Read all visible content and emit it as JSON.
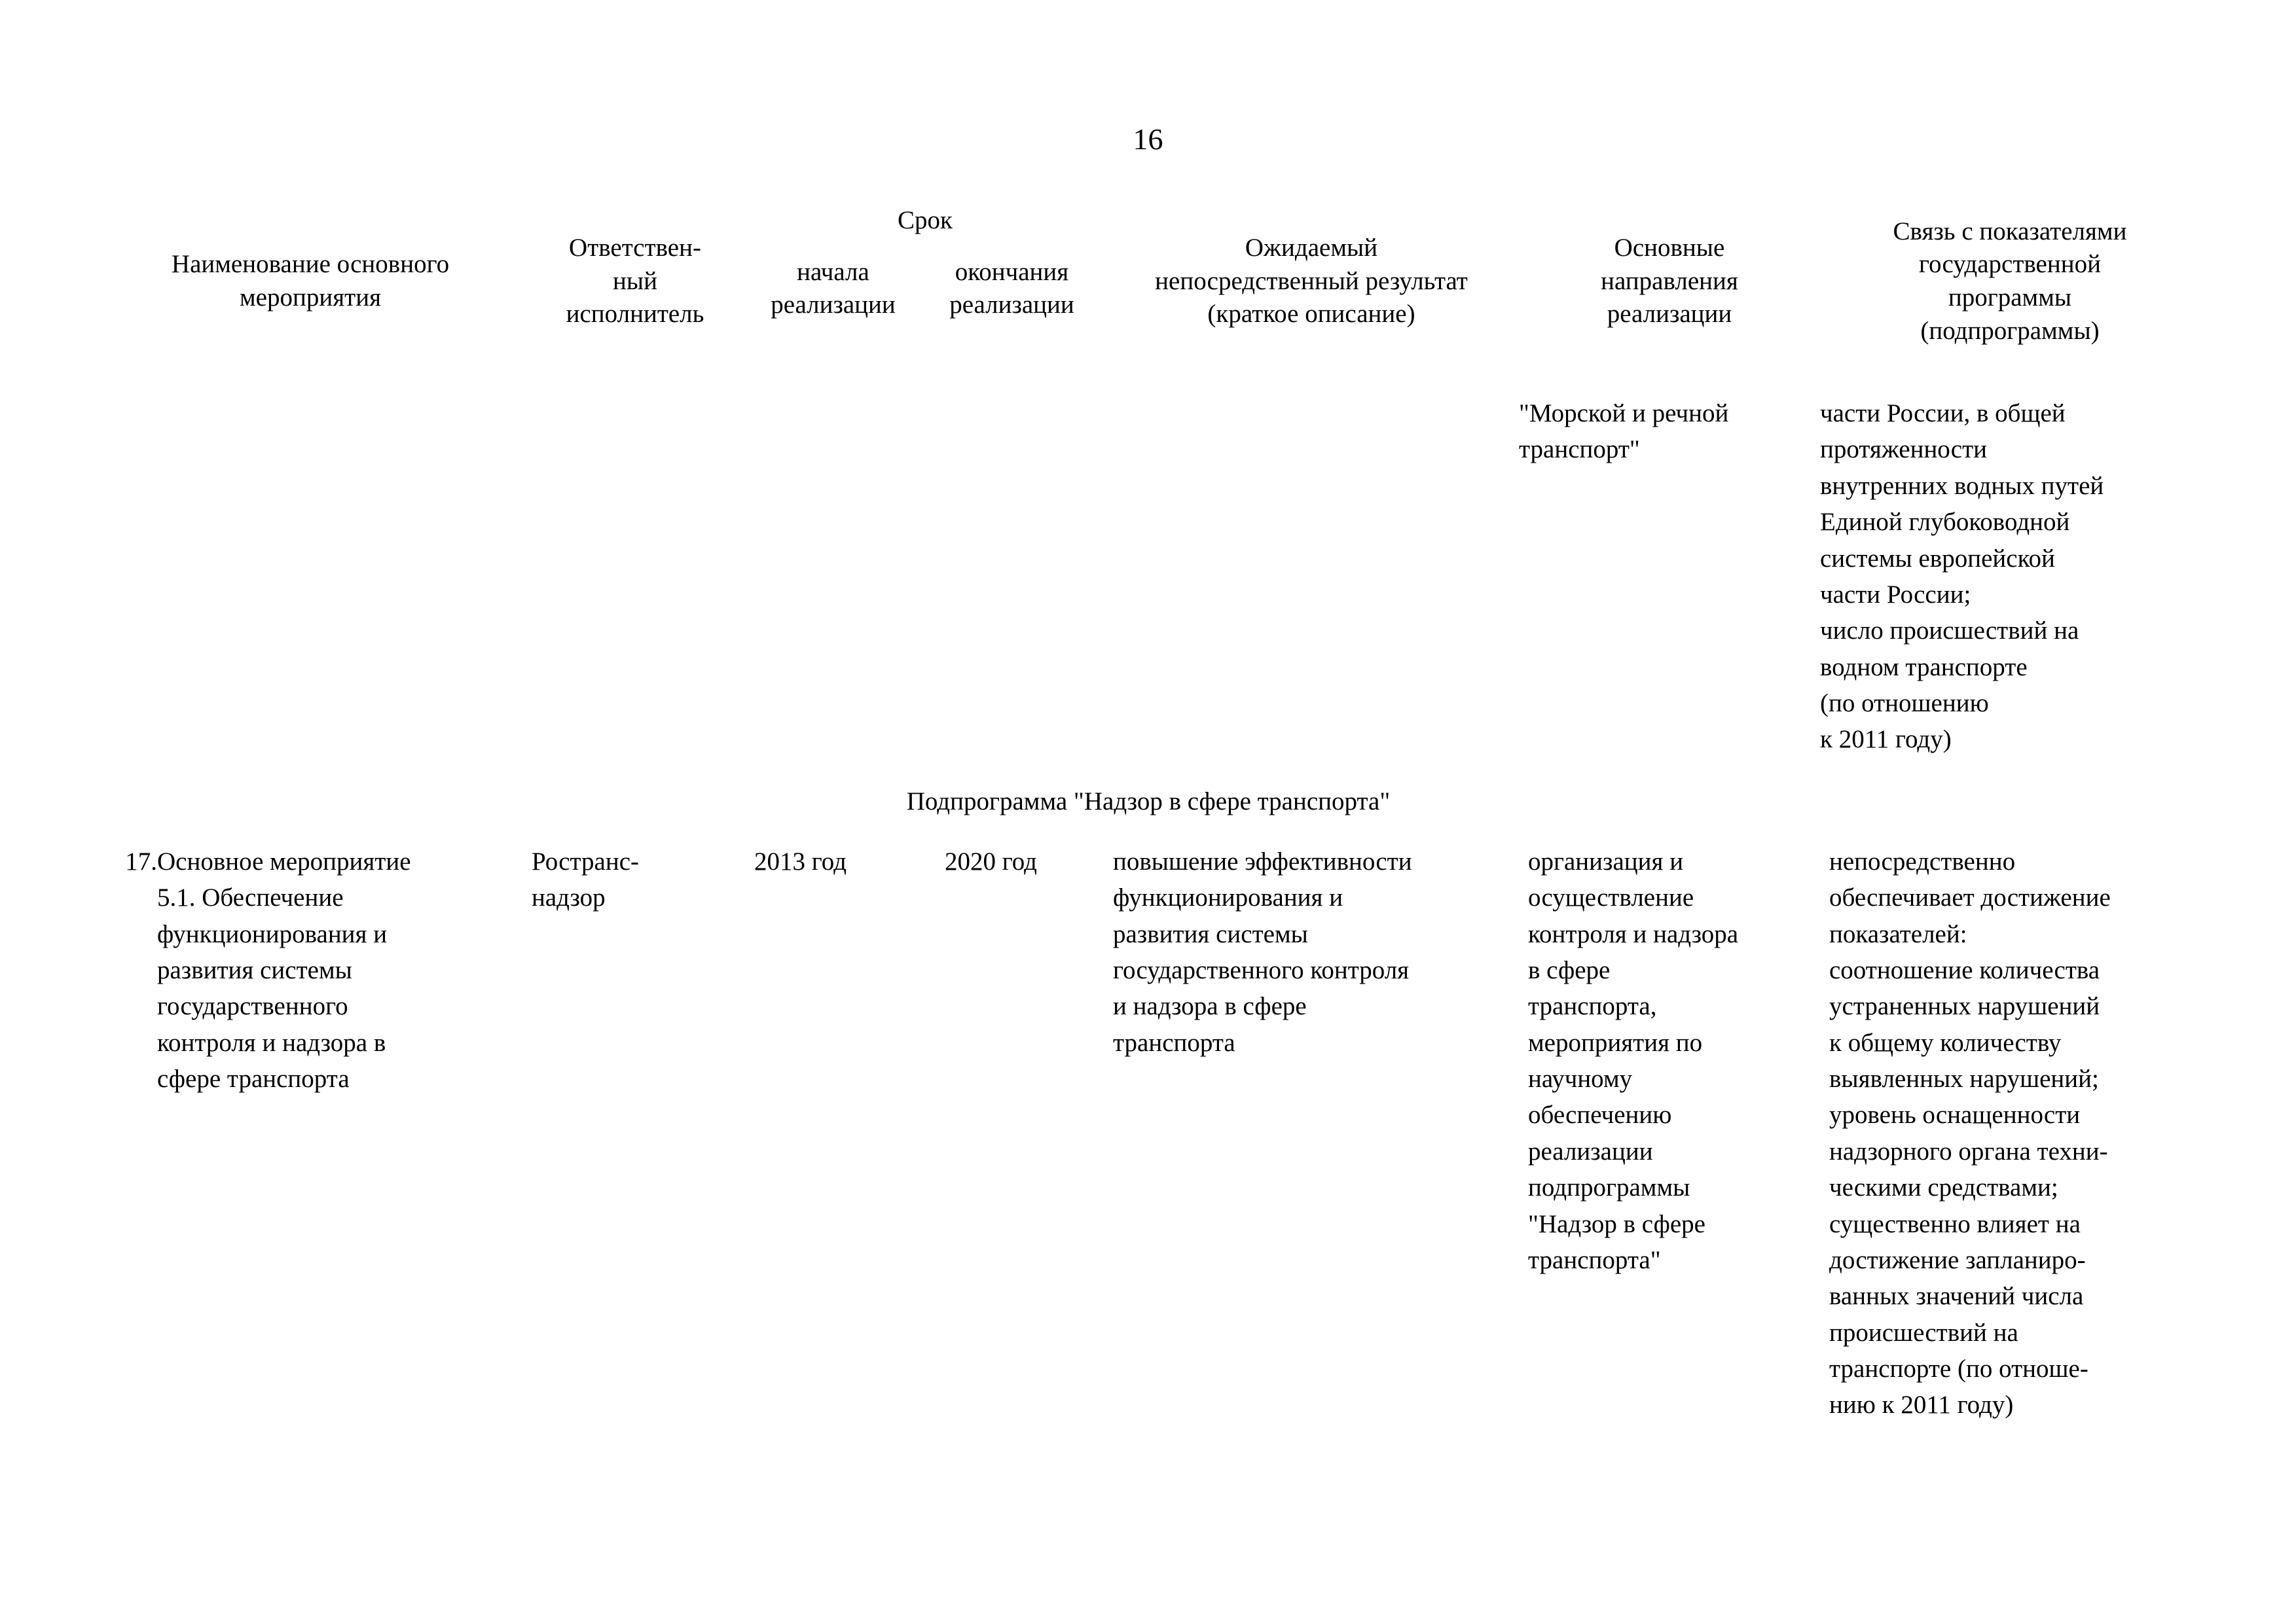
{
  "page": {
    "number": "16"
  },
  "table": {
    "header": {
      "col_name": "Наименование основного\nмероприятия",
      "col_executor": "Ответствен-\nный\nисполнитель",
      "col_term_group": "Срок",
      "col_term_start": "начала\nреализации",
      "col_term_end": "окончания\nреализации",
      "col_result": "Ожидаемый\nнепосредственный результат\n(краткое описание)",
      "col_directions": "Основные\nнаправления\nреализации",
      "col_link": "Связь с показателями\nгосударственной\nпрограммы\n(подпрограммы)"
    },
    "continuation_row": {
      "directions": "\"Морской и речной\nтранспорт\"",
      "link": "части России, в общей\nпротяженности\nвнутренних водных путей\nЕдиной глубоководной\nсистемы европейской\nчасти России;\nчисло происшествий на\nводном транспорте\n(по отношению\nк 2011 году)"
    },
    "subprogram_banner": "Подпрограмма \"Надзор в сфере  транспорта\"",
    "rows": [
      {
        "number": "17.",
        "name": "Основное мероприятие\n5.1. Обеспечение\nфункционирования и\nразвития системы\nгосударственного\nконтроля и надзора в\nсфере транспорта",
        "executor": "Ространс-\nнадзор",
        "term_start": "2013 год",
        "term_end": "2020 год",
        "result": "повышение эффективности\nфункционирования и\nразвития системы\nгосударственного контроля\nи надзора в сфере\nтранспорта",
        "directions": "организация и\nосуществление\nконтроля и надзора\nв сфере\nтранспорта,\nмероприятия по\nнаучному\nобеспечению\nреализации\nподпрограммы\n\"Надзор в сфере\nтранспорта\"",
        "link": "непосредственно\nобеспечивает достижение\nпоказателей:\nсоотношение количества\nустраненных нарушений\nк общему количеству\nвыявленных нарушений;\nуровень оснащенности\nнадзорного органа техни-\nческими средствами;\nсущественно влияет на\nдостижение запланиро-\nванных значений числа\nпроисшествий на\nтранспорте (по отноше-\nнию к 2011 году)"
      }
    ]
  }
}
